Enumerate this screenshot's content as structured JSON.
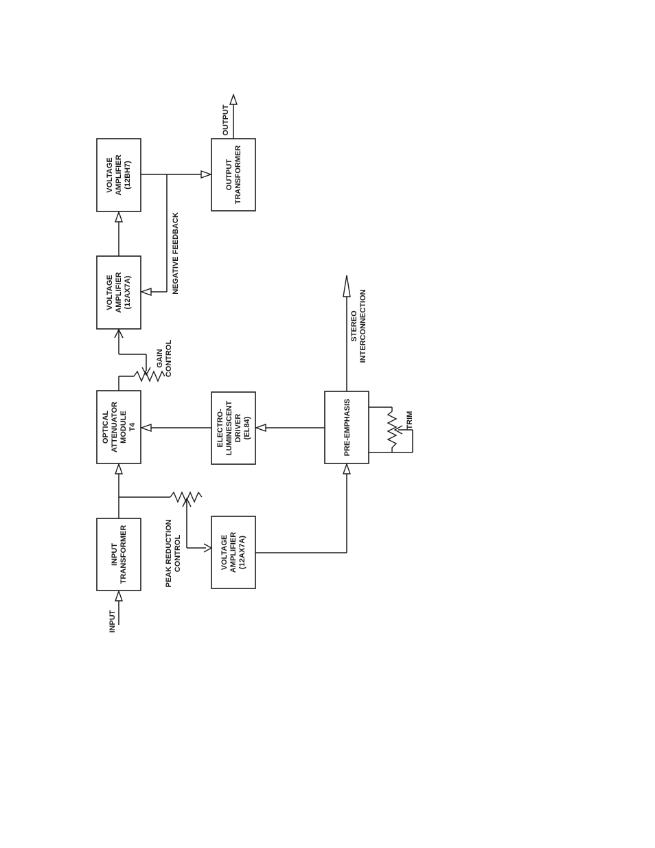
{
  "blocks": {
    "input_transformer": [
      "INPUT",
      "TRANSFORMER"
    ],
    "optical_attenuator": [
      "OPTICAL",
      "ATTENUATOR",
      "MODULE",
      "T4"
    ],
    "voltage_amp_12ax7a_top": [
      "VOLTAGE",
      "AMPLIFIER",
      "(12AX7A)"
    ],
    "voltage_amp_12bh7": [
      "VOLTAGE",
      "AMPLIFIER",
      "(12BH7)"
    ],
    "output_transformer": [
      "OUTPUT",
      "TRANSFORMER"
    ],
    "el_driver": [
      "ELECTRO-",
      "LUMINESCENT",
      "DRIVER",
      "(EL84)"
    ],
    "pre_emphasis": [
      "PRE-EMPHASIS"
    ],
    "voltage_amp_12ax7a_bottom": [
      "VOLTAGE",
      "AMPLIFIER",
      "(12AX7A)"
    ]
  },
  "labels": {
    "input": "INPUT",
    "output": "OUTPUT",
    "gain_control": [
      "GAIN",
      "CONTROL"
    ],
    "negative_feedback": "NEGATIVE FEEDBACK",
    "peak_reduction": [
      "PEAK REDUCTION",
      "CONTROL"
    ],
    "stereo": [
      "STEREO",
      "INTERCONNECTION"
    ],
    "trim": "TRIM"
  }
}
